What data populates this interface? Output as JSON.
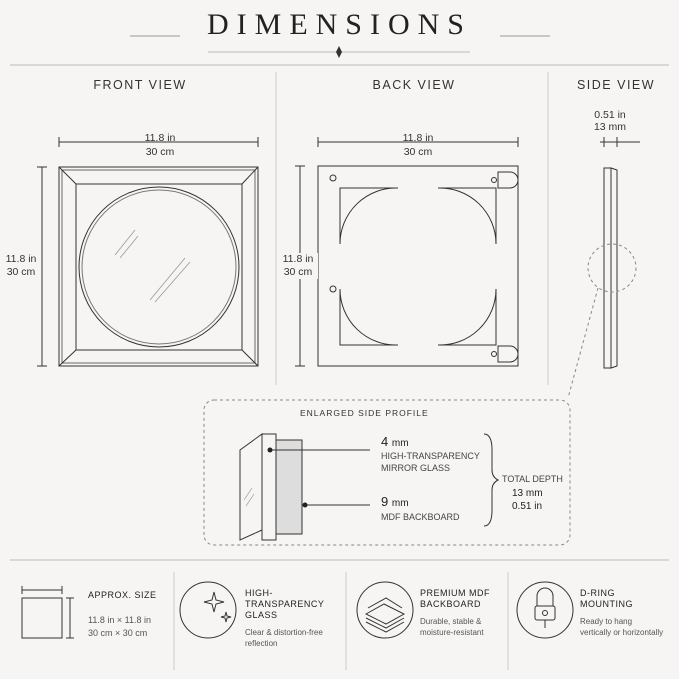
{
  "header": {
    "title": "DIMENSIONS"
  },
  "front": {
    "title": "FRONT VIEW",
    "width_in": "11.8 in",
    "width_cm": "30 cm",
    "height_in": "11.8 in",
    "height_cm": "30 cm"
  },
  "back": {
    "title": "BACK VIEW",
    "width_in": "11.8 in",
    "width_cm": "30 cm",
    "height_in": "11.8 in",
    "height_cm": "30 cm"
  },
  "side": {
    "title": "SIDE VIEW",
    "depth_in": "0.51 in",
    "depth_mm": "13 mm"
  },
  "profile": {
    "title": "ENLARGED SIDE PROFILE",
    "glass_value": "4",
    "glass_unit": "mm",
    "glass_label_1": "HIGH-TRANSPARENCY",
    "glass_label_2": "MIRROR GLASS",
    "board_value": "9",
    "board_unit": "mm",
    "board_label": "MDF BACKBOARD",
    "total_label": "TOTAL DEPTH",
    "total_mm": "13 mm",
    "total_in": "0.51 in"
  },
  "features": [
    {
      "title_1": "APPROX. SIZE",
      "title_2": "",
      "desc_1": "11.8 in × 11.8 in",
      "desc_2": "30 cm × 30 cm",
      "icon": "square-size-icon"
    },
    {
      "title_1": "HIGH-TRANSPARENCY",
      "title_2": "GLASS",
      "desc_1": "Clear & distortion-free",
      "desc_2": "reflection",
      "icon": "sparkle-glass-icon"
    },
    {
      "title_1": "PREMIUM MDF",
      "title_2": "BACKBOARD",
      "desc_1": "Durable, stable &",
      "desc_2": "moisture-resistant",
      "icon": "stacked-boards-icon"
    },
    {
      "title_1": "D-RING",
      "title_2": "MOUNTING",
      "desc_1": "Ready to hang",
      "desc_2": "vertically or horizontally",
      "icon": "d-ring-icon"
    }
  ]
}
